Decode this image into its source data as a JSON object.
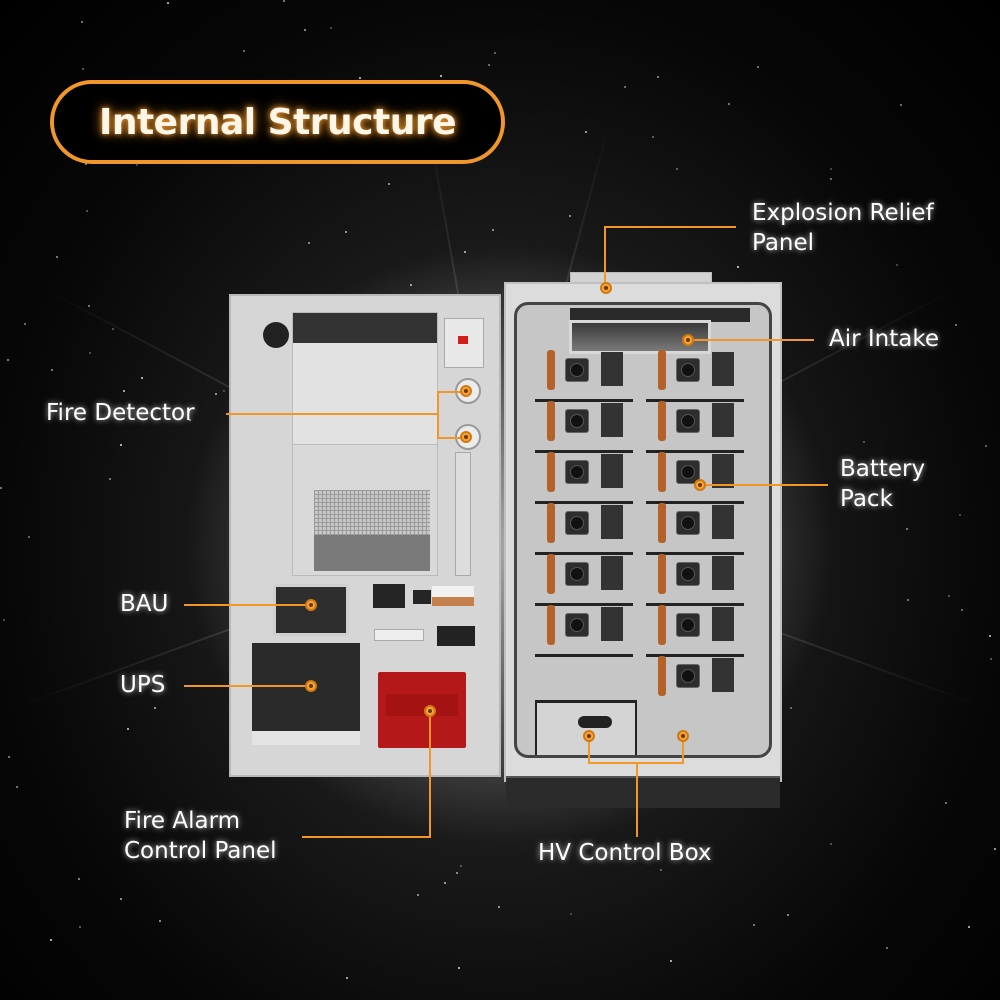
{
  "title": "Internal Structure",
  "colors": {
    "accent": "#f0962a",
    "background": "#000000",
    "label_text": "#ffffff",
    "fire_alarm_panel": "#b51818"
  },
  "labels": {
    "explosion_relief_panel": "Explosion Relief\nPanel",
    "air_intake": "Air Intake",
    "fire_detector": "Fire Detector",
    "battery_pack": "Battery\nPack",
    "bau": "BAU",
    "ups": "UPS",
    "fire_alarm_control_panel": "Fire Alarm\nControl Panel",
    "hv_control_box": "HV Control Box"
  },
  "battery_modules": {
    "columns": 2,
    "rows": 7
  }
}
